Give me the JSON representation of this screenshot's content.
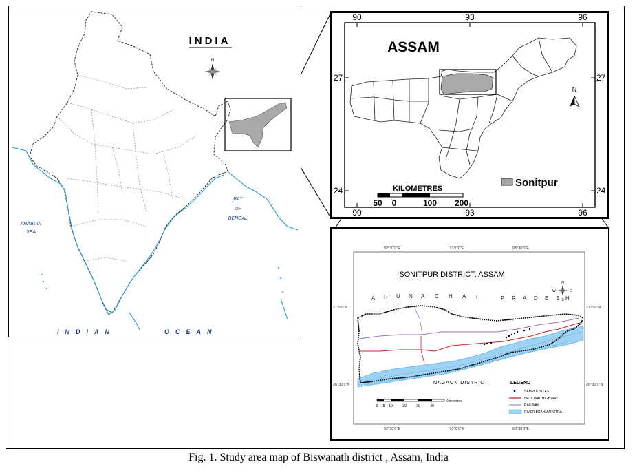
{
  "figure": {
    "caption": "Fig. 1. Study area map of Biswanath district , Assam, India"
  },
  "india_map": {
    "title": "INDIA",
    "north_label": "N",
    "labels": {
      "arabian_line1": "ARABIAN",
      "arabian_line2": "SEA",
      "bay_line1": "BAY",
      "bay_line2": "OF",
      "bay_line3": "BENGAL",
      "indian": "INDIAN",
      "ocean": "OCEAN"
    },
    "colors": {
      "coast": "#1e9bd7",
      "highlight": "#a9a9a9"
    }
  },
  "assam_map": {
    "title": "ASSAM",
    "north_label": "N",
    "top_ticks": [
      "90",
      "93",
      "96"
    ],
    "bottom_ticks": [
      "90",
      "93",
      "96"
    ],
    "left_ticks": [
      "27",
      "24"
    ],
    "right_ticks": [
      "27",
      "24"
    ],
    "scale_title": "KILOMETRES",
    "scale_ticks": [
      "50",
      "0",
      "100",
      "200"
    ],
    "legend_label": "Sonitpur",
    "colors": {
      "district_fill": "#a9a9a9"
    }
  },
  "district_map": {
    "title": "SONITPUR DISTRICT, ASSAM",
    "arunachal": [
      "A",
      "R",
      "U",
      "N",
      "A",
      "C",
      "H",
      "A",
      "L",
      "P",
      "R",
      "A",
      "D",
      "E",
      "S",
      "H"
    ],
    "nagaon": "NAGAON DISTRICT",
    "top_ticks": [
      "92°30'0\"E",
      "93°0'0\"E",
      "93°30'0\"E"
    ],
    "bottom_ticks": [
      "92°30'0\"E",
      "93°0'0\"E",
      "93°30'0\"E"
    ],
    "left_ticks": [
      "27°0'0\"N",
      "26°30'0\"N"
    ],
    "right_ticks": [
      "27°0'0\"N",
      "26°30'0\"N"
    ],
    "compass": {
      "n": "N",
      "s": "S",
      "e": "E",
      "w": "W"
    },
    "scale_unit": "Kilometers",
    "scale_ticks": [
      "0",
      "5",
      "10",
      "20",
      "30",
      "40"
    ],
    "legend": {
      "title": "LEGEND",
      "items": [
        {
          "label": "SAMPLE SITES",
          "kind": "dot"
        },
        {
          "label": "NATIONAL HIGHWAY",
          "kind": "line",
          "color": "#c0272d"
        },
        {
          "label": "RAILWAY",
          "kind": "line",
          "color": "#9b6fb0"
        },
        {
          "label": "RIVER BRAHMAPUTRA",
          "kind": "box",
          "color": "#9fd2f2"
        }
      ]
    },
    "colors": {
      "highway": "#c0272d",
      "railway": "#9b6fb0",
      "river": "#9fd2f2",
      "river_edge": "#5ab3e6"
    }
  }
}
